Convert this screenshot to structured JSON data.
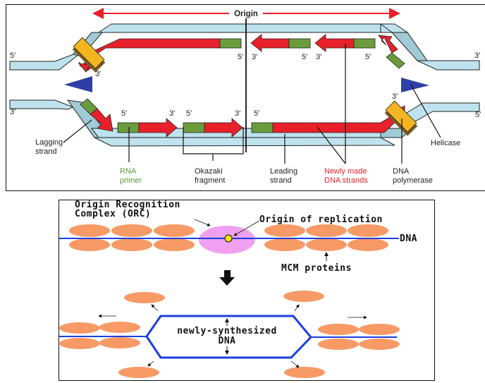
{
  "top_diagram": {
    "title": "DNA replication fork",
    "origin_label": "Origin",
    "prime_labels": {
      "five": "5′",
      "three": "3′"
    },
    "callouts": {
      "lagging_strand": [
        "Lagging",
        "strand"
      ],
      "rna_primer": [
        "RNA",
        "primer"
      ],
      "okazaki_fragment": [
        "Okazaki",
        "fragment"
      ],
      "leading_strand": [
        "Leading",
        "strand"
      ],
      "newly_made": [
        "Newly made",
        "DNA strands"
      ],
      "dna_polymerase": [
        "DNA",
        "polymerase"
      ],
      "helicase": "Helicase"
    },
    "colors": {
      "template_strand": "#bfe3ee",
      "template_strand_dark": "#9fcad6",
      "new_dna": "#e8202a",
      "rna_primer": "#6a9c3c",
      "polymerase": "#f5b521",
      "polymerase_shadow": "#7a5a20",
      "helicase": "#2e3fa6",
      "text_red": "#e8202a",
      "text_green": "#5a9a3a"
    }
  },
  "bottom_diagram": {
    "title": "Origin recognition",
    "orc_label": [
      "Origin Recognition",
      "Complex (ORC)"
    ],
    "origin_label": "Origin of replication",
    "dna_label": "DNA",
    "mcm_label": "MCM proteins",
    "new_dna_label": [
      "newly-synthesized",
      "DNA"
    ],
    "colors": {
      "mcm": "#f79a66",
      "orc": "#f0a0f0",
      "origin_dot": "#f5e400",
      "dna_line": "#1a3fe0",
      "arrow": "#111111"
    }
  }
}
